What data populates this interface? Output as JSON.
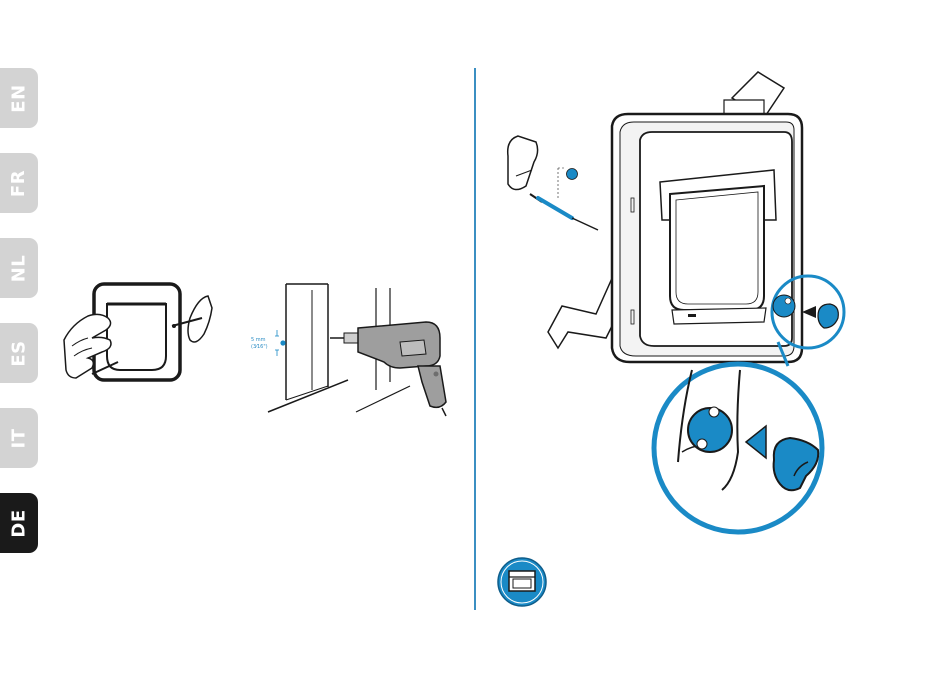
{
  "language_tabs": [
    {
      "code": "EN",
      "active": false
    },
    {
      "code": "FR",
      "active": false
    },
    {
      "code": "NL",
      "active": false
    },
    {
      "code": "ES",
      "active": false
    },
    {
      "code": "IT",
      "active": false
    },
    {
      "code": "DE",
      "active": true
    }
  ],
  "drill_dimension": {
    "metric": "5 mm",
    "imperial": "(3⁄16\")"
  },
  "colors": {
    "accent": "#1a8ac6",
    "tab_inactive": "#d3d3d3",
    "tab_active": "#1a1a1a"
  },
  "icons": {
    "bottom_badge": "window-frame-icon"
  }
}
